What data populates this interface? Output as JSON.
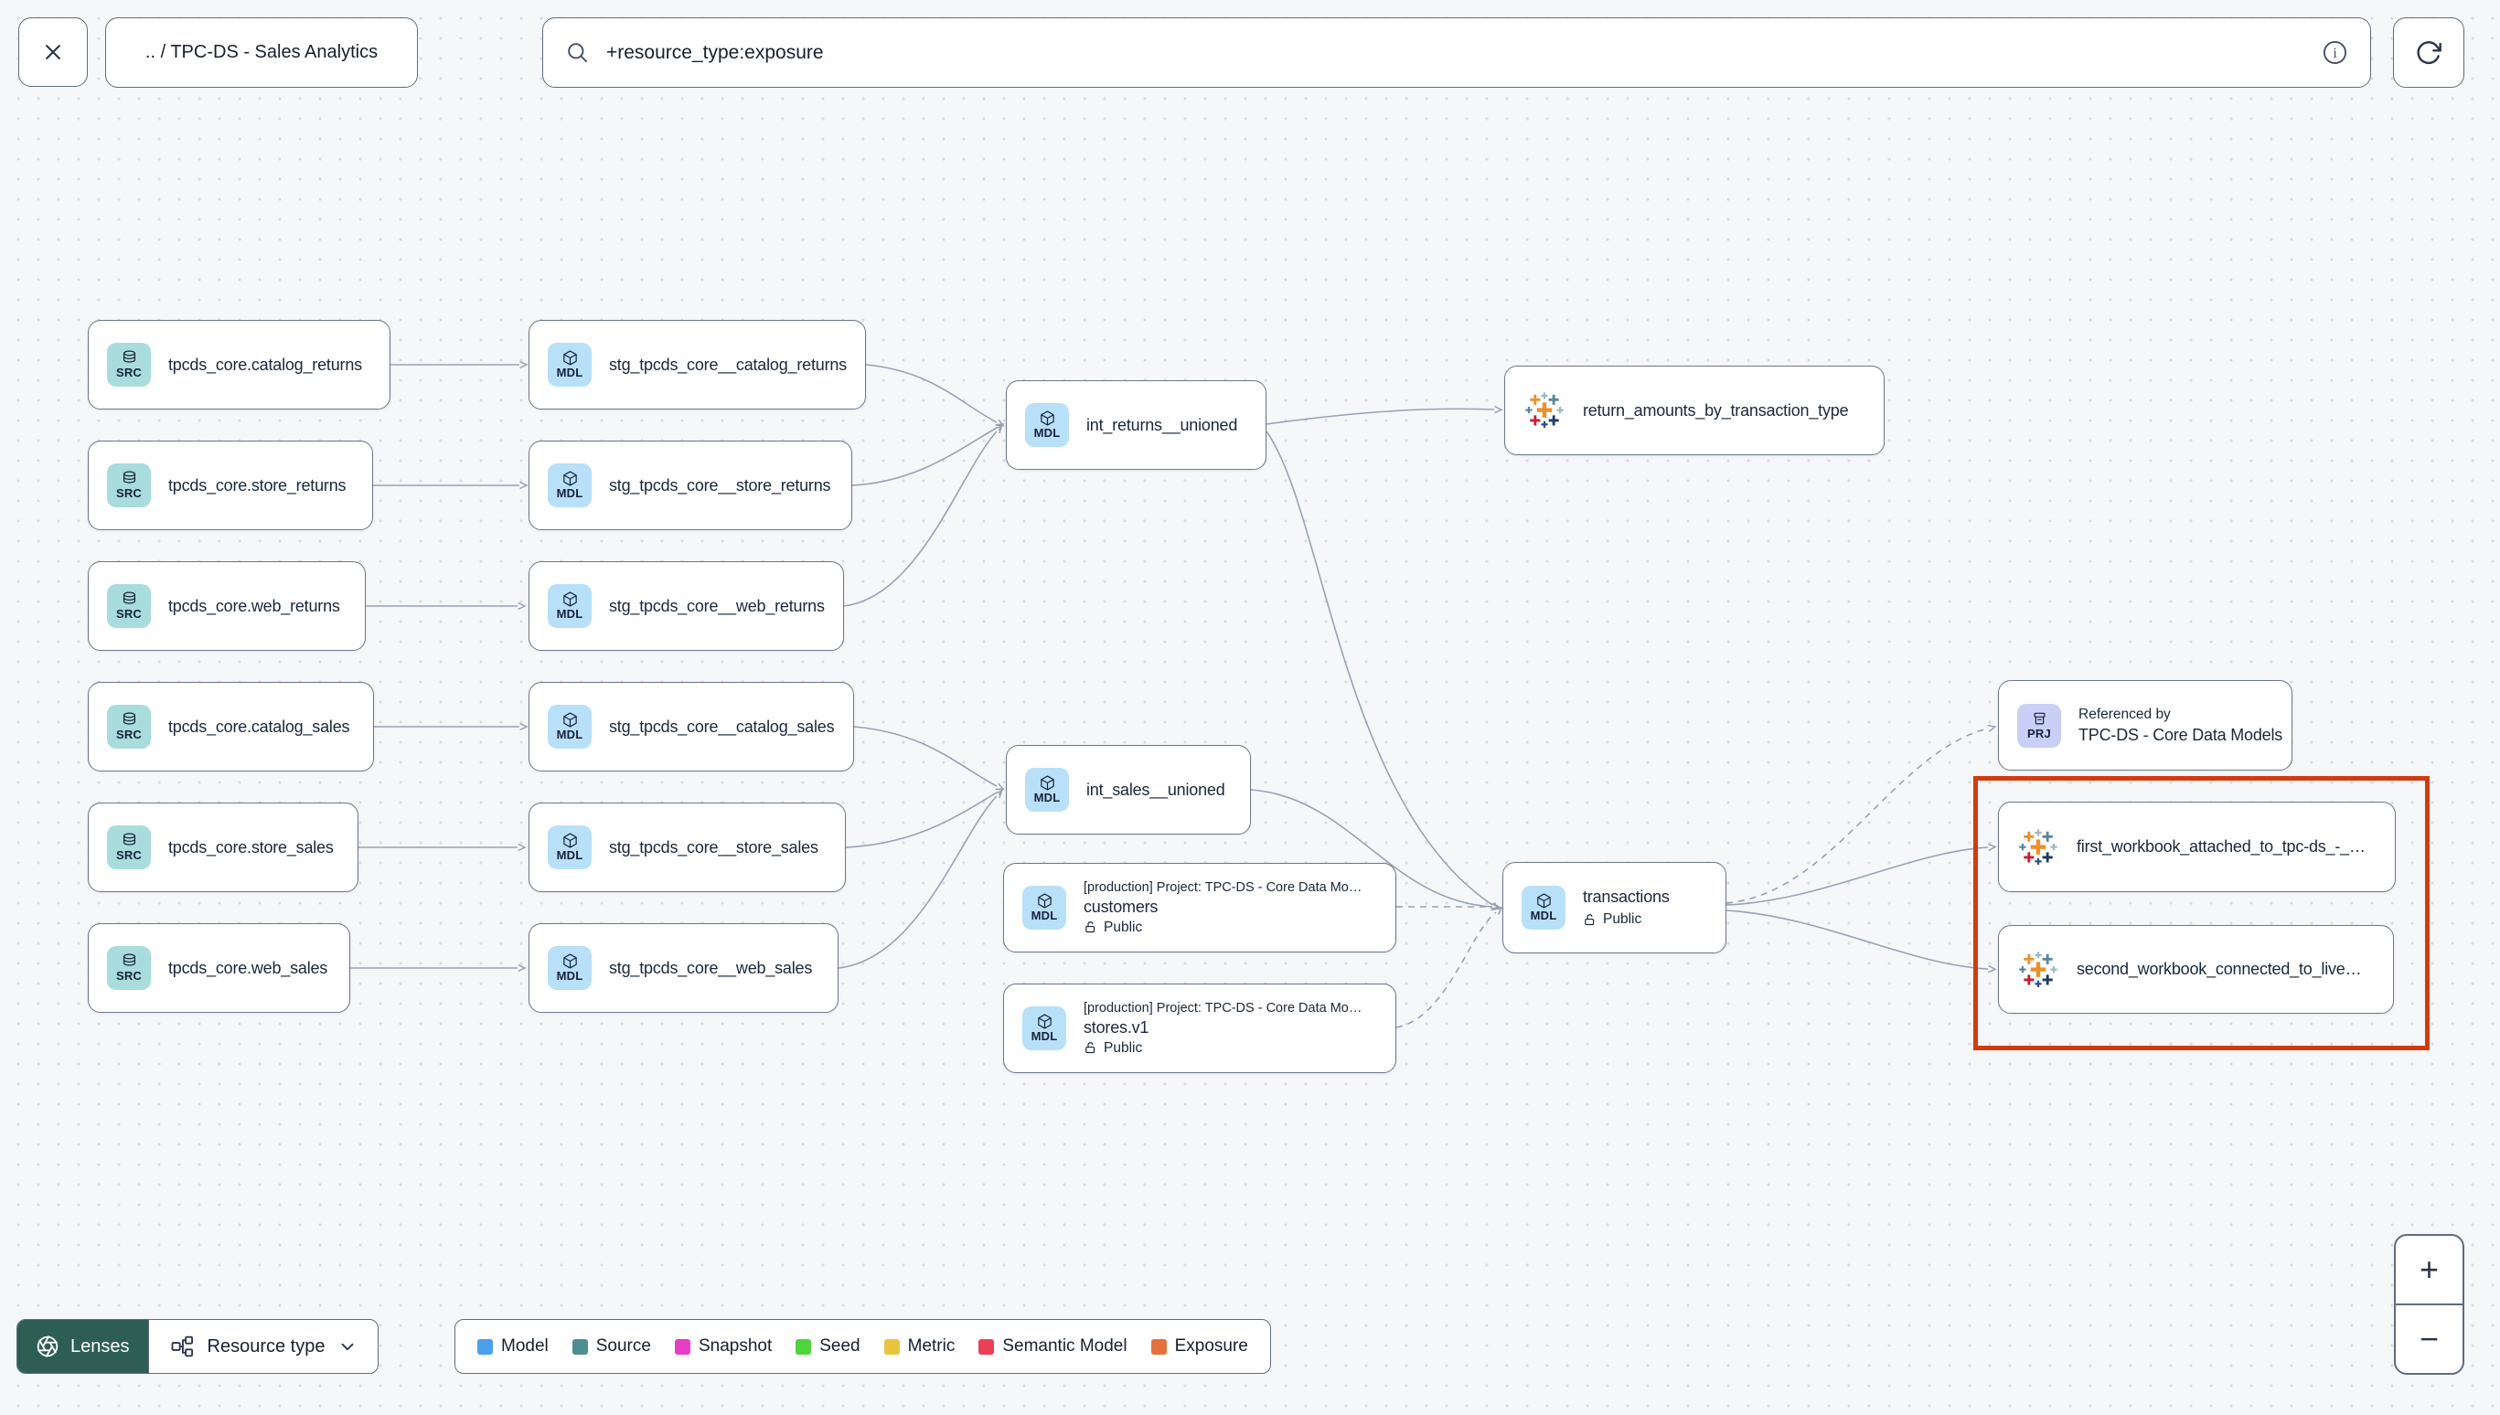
{
  "header": {
    "breadcrumb": ".. / TPC-DS - Sales Analytics",
    "search": {
      "value": "+resource_type:exposure"
    }
  },
  "graph": {
    "nodes": [
      {
        "badge": "SRC",
        "label": "tpcds_core.catalog_returns"
      },
      {
        "badge": "SRC",
        "label": "tpcds_core.store_returns"
      },
      {
        "badge": "SRC",
        "label": "tpcds_core.web_returns"
      },
      {
        "badge": "SRC",
        "label": "tpcds_core.catalog_sales"
      },
      {
        "badge": "SRC",
        "label": "tpcds_core.store_sales"
      },
      {
        "badge": "SRC",
        "label": "tpcds_core.web_sales"
      },
      {
        "badge": "MDL",
        "label": "stg_tpcds_core__catalog_returns"
      },
      {
        "badge": "MDL",
        "label": "stg_tpcds_core__store_returns"
      },
      {
        "badge": "MDL",
        "label": "stg_tpcds_core__web_returns"
      },
      {
        "badge": "MDL",
        "label": "stg_tpcds_core__catalog_sales"
      },
      {
        "badge": "MDL",
        "label": "stg_tpcds_core__store_sales"
      },
      {
        "badge": "MDL",
        "label": "stg_tpcds_core__web_sales"
      },
      {
        "badge": "MDL",
        "label": "int_returns__unioned"
      },
      {
        "badge": "MDL",
        "label": "int_sales__unioned"
      },
      {
        "badge": "MDL",
        "context": "[production] Project: TPC-DS - Core Data Mo…",
        "label": "customers",
        "access": "Public"
      },
      {
        "badge": "MDL",
        "context": "[production] Project: TPC-DS - Core Data Mo…",
        "label": "stores.v1",
        "access": "Public"
      },
      {
        "label": "return_amounts_by_transaction_type"
      },
      {
        "badge": "MDL",
        "label": "transactions",
        "access": "Public"
      },
      {
        "badge": "PRJ",
        "context": "Referenced by",
        "label": "TPC-DS - Core Data Models"
      },
      {
        "label": "first_workbook_attached_to_tpc-ds_-_…"
      },
      {
        "label": "second_workbook_connected_to_live…"
      }
    ]
  },
  "footer": {
    "lenses_label": "Lenses",
    "resource_type_label": "Resource type",
    "legend": {
      "items": [
        {
          "label": "Model",
          "color": "#4a9eea"
        },
        {
          "label": "Source",
          "color": "#4e8e8e"
        },
        {
          "label": "Snapshot",
          "color": "#e83dc5"
        },
        {
          "label": "Seed",
          "color": "#4fd43e"
        },
        {
          "label": "Metric",
          "color": "#e7c63e"
        },
        {
          "label": "Semantic Model",
          "color": "#ea4055"
        },
        {
          "label": "Exposure",
          "color": "#e4703c"
        }
      ]
    },
    "zoom_in": "+",
    "zoom_out": "−"
  }
}
